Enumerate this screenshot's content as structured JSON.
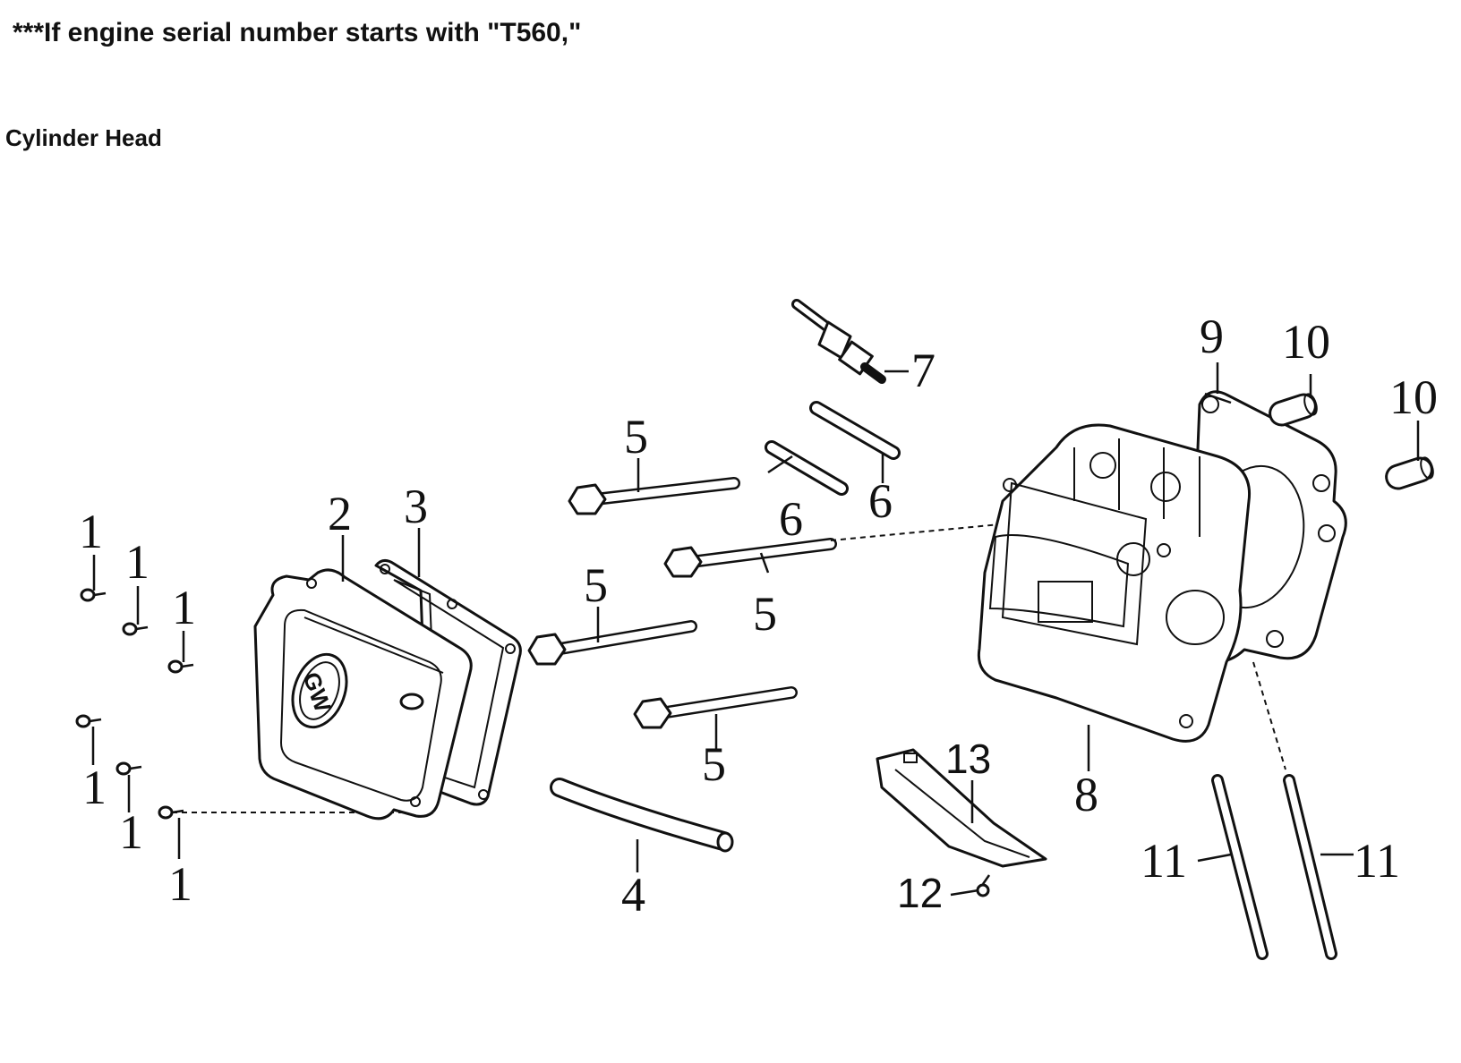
{
  "header": {
    "note": "***If engine serial number starts with \"T560,\"",
    "section_title": "Cylinder Head"
  },
  "cover": {
    "logo_text": "GW"
  },
  "callouts": {
    "c1a": "1",
    "c1b": "1",
    "c1c": "1",
    "c1d": "1",
    "c1e": "1",
    "c1f": "1",
    "c2": "2",
    "c3": "3",
    "c4": "4",
    "c5a": "5",
    "c5b": "5",
    "c5c": "5",
    "c5d": "5",
    "c6a": "6",
    "c6b": "6",
    "c7": "7",
    "c8": "8",
    "c9": "9",
    "c10a": "10",
    "c10b": "10",
    "c11a": "11",
    "c11b": "11",
    "c12": "12",
    "c13": "13"
  }
}
